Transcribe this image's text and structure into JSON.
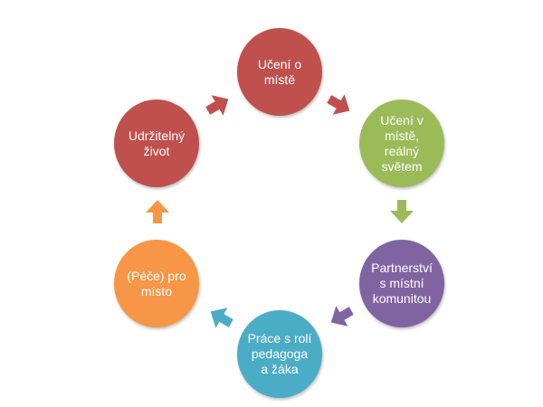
{
  "diagram": {
    "type": "cycle",
    "nodes": [
      {
        "id": "uceni-o-miste",
        "label": "Učení o\nmístě",
        "color": "#c0504d"
      },
      {
        "id": "uceni-v-miste",
        "label": "Učení v\nmístě,\nreálný\nsvětem",
        "color": "#9bbb59"
      },
      {
        "id": "partnerstvi",
        "label": "Partnerství\ns místní\nkomunitou",
        "color": "#8064a2"
      },
      {
        "id": "prace-s-roli",
        "label": "Práce s rolí\npedagoga\na žáka",
        "color": "#4bacc6"
      },
      {
        "id": "pece-pro-misto",
        "label": "(Péče) pro\nmísto",
        "color": "#f79646"
      },
      {
        "id": "udrzitelny-zivot",
        "label": "Udržitelný\nživot",
        "color": "#c0504d"
      }
    ]
  }
}
